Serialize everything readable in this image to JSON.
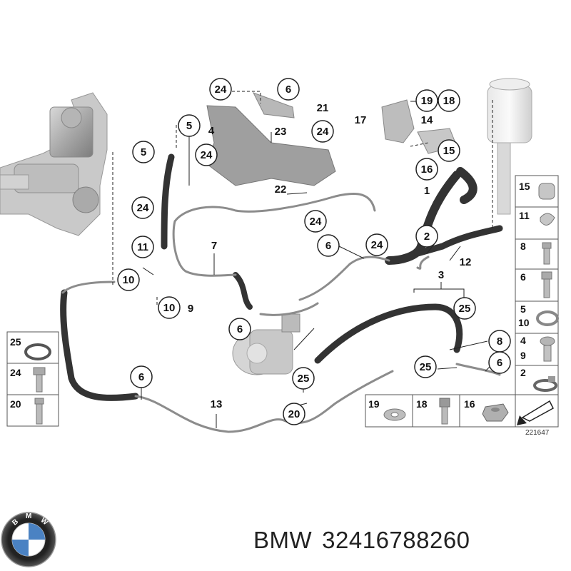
{
  "diagram": {
    "ref_number": "221647",
    "callouts": [
      "24",
      "6",
      "21",
      "19",
      "18",
      "17",
      "14",
      "23",
      "5",
      "4",
      "5",
      "24",
      "24",
      "15",
      "16",
      "1",
      "22",
      "24",
      "24",
      "2",
      "12",
      "11",
      "7",
      "6",
      "24",
      "3",
      "10",
      "10",
      "9",
      "25",
      "6",
      "8",
      "6",
      "25",
      "25",
      "6",
      "13",
      "20"
    ],
    "legend_left": [
      {
        "label": "25",
        "part": "o-ring"
      },
      {
        "label": "24",
        "part": "hex-bolt"
      },
      {
        "label": "20",
        "part": "screw"
      }
    ],
    "legend_right": [
      {
        "label": "15",
        "part": "hose-clip"
      },
      {
        "label": "11",
        "part": "spring-clip"
      },
      {
        "label": "8",
        "part": "bolt"
      },
      {
        "label": "6",
        "part": "bolt-washer"
      },
      {
        "label": "5",
        "label2": "10",
        "part": "seal-ring"
      },
      {
        "label": "4",
        "label2": "9",
        "part": "banjo-bolt"
      },
      {
        "label": "2",
        "part": "hose-clamp"
      }
    ],
    "legend_bottom": [
      {
        "label": "19",
        "part": "washer"
      },
      {
        "label": "18",
        "part": "bolt"
      },
      {
        "label": "16",
        "part": "hex-nut"
      },
      {
        "label": "",
        "part": "arrow-symbol"
      }
    ]
  },
  "footer": {
    "logo_letters": "BMW",
    "brand": "BMW",
    "part_number": "32416788260"
  }
}
